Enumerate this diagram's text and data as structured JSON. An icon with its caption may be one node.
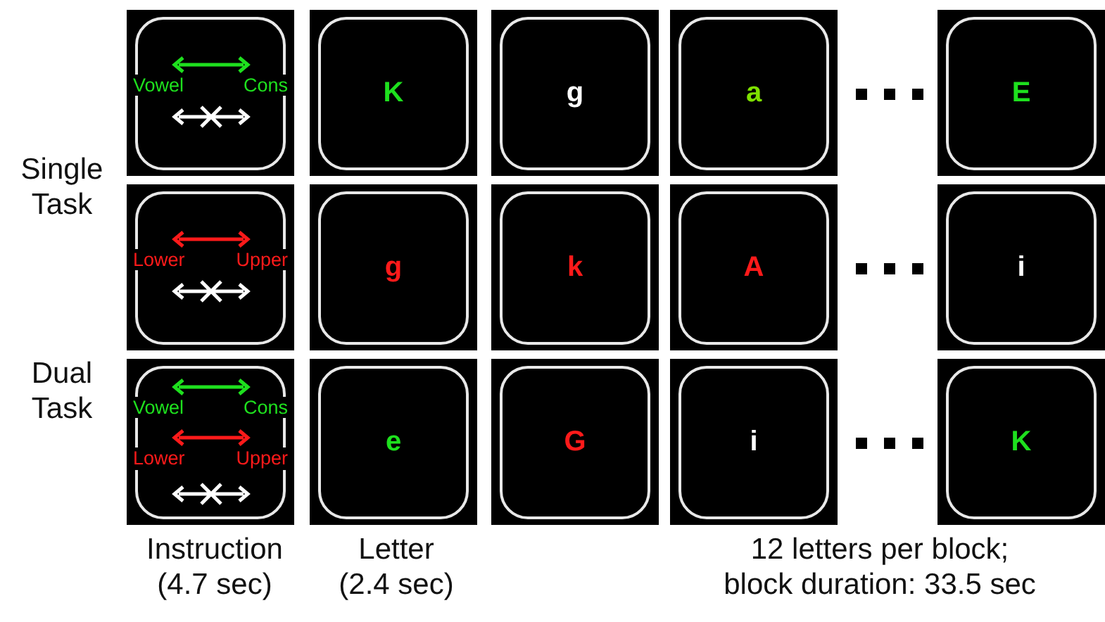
{
  "diagram": {
    "nodes": [
      {
        "text": [
          "Vowel",
          "Cons"
        ]
      },
      {
        "text": [
          "K"
        ]
      },
      {
        "text": [
          "g"
        ]
      },
      {
        "text": [
          "a"
        ]
      },
      {
        "text": [
          "E"
        ]
      },
      {
        "text": [
          "Lower",
          "Upper"
        ]
      },
      {
        "text": [
          "g"
        ]
      },
      {
        "text": [
          "k"
        ]
      },
      {
        "text": [
          "A"
        ]
      },
      {
        "text": [
          "i"
        ]
      },
      {
        "text": [
          "Vowel",
          "Cons",
          "Lower",
          "Upper"
        ]
      },
      {
        "text": [
          "e"
        ]
      },
      {
        "text": [
          "G"
        ]
      },
      {
        "text": [
          "i"
        ]
      },
      {
        "text": [
          "K"
        ]
      }
    ],
    "labels": [
      "Single Task",
      "Dual Task",
      "Instruction (4.7 sec)",
      "Letter (2.4 sec)",
      "12 letters per block; block duration: 33.5 sec"
    ]
  }
}
